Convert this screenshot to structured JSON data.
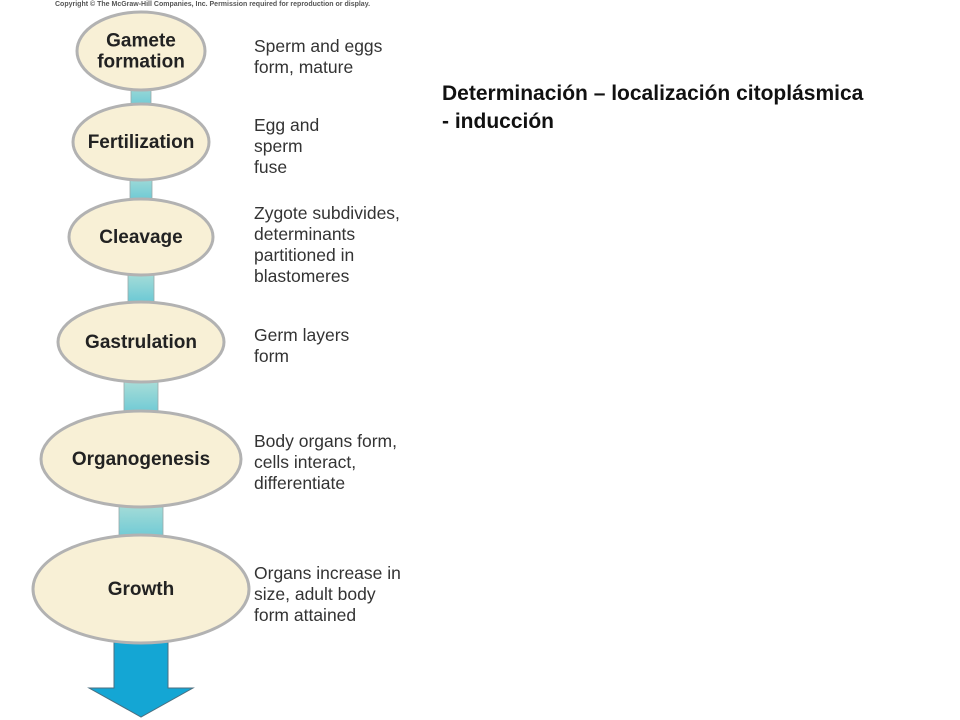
{
  "copyright": "Copyright © The McGraw-Hill Companies, Inc. Permission required for reproduction or display.",
  "heading": {
    "line1": "Determinación – localización citoplásmica",
    "line2": "- inducción"
  },
  "colors": {
    "stage_fill": "#f8f0d6",
    "stage_stroke": "#b2b2b2",
    "trunk_top": "#f1f5dc",
    "trunk_bottom": "#1aaed0",
    "arrow": "#14a6d4"
  },
  "stages": [
    {
      "name_lines": [
        "Gamete",
        "formation"
      ],
      "description": [
        "Sperm and eggs",
        "form, mature"
      ]
    },
    {
      "name_lines": [
        "Fertilization"
      ],
      "description": [
        "Egg and",
        "sperm",
        "fuse"
      ]
    },
    {
      "name_lines": [
        "Cleavage"
      ],
      "description": [
        "Zygote subdivides,",
        "determinants",
        "partitioned in",
        "blastomeres"
      ]
    },
    {
      "name_lines": [
        "Gastrulation"
      ],
      "description": [
        "Germ layers",
        "form"
      ]
    },
    {
      "name_lines": [
        "Organogenesis"
      ],
      "description": [
        "Body organs form,",
        "cells interact,",
        "differentiate"
      ]
    },
    {
      "name_lines": [
        "Growth"
      ],
      "description": [
        "Organs increase in",
        "size, adult body",
        "form attained"
      ]
    }
  ]
}
